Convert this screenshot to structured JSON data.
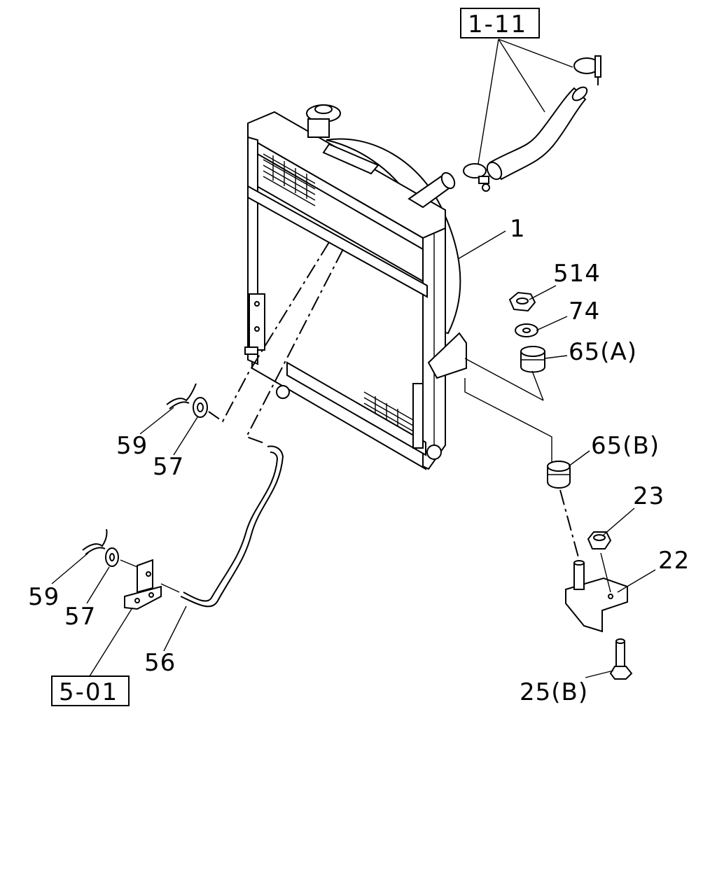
{
  "labels": {
    "ref_1_11": "1-11",
    "part_1": "1",
    "part_514": "514",
    "part_74": "74",
    "part_65a": "65(A)",
    "part_65b": "65(B)",
    "part_23": "23",
    "part_22": "22",
    "part_25b": "25(B)",
    "part_59_top": "59",
    "part_57_top": "57",
    "part_59_bottom": "59",
    "part_57_bottom": "57",
    "part_56": "56",
    "ref_5_01": "5-01"
  }
}
